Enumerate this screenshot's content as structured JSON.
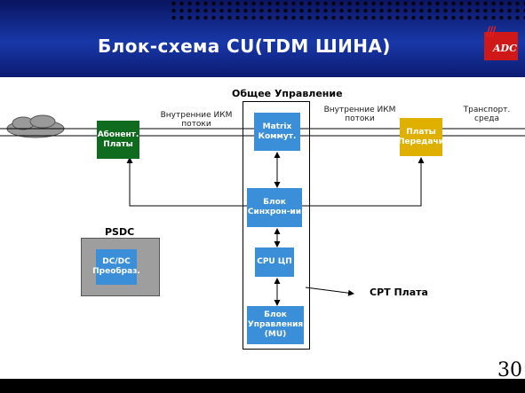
{
  "slide": {
    "title": "Блок-схема CU(TDM ШИНА)",
    "page_number": "30",
    "logo_text": "ADC",
    "logo_bars": "///"
  },
  "diagram": {
    "group_title": "Общее Управление",
    "left_flow_label": "Внутренние ИКМ потоки",
    "right_flow_label": "Внутренние ИКМ потоки",
    "transport_label": "Транспорт. среда",
    "subscriber_block": "Абонент. Платы",
    "transmit_block": "Платы Передачи",
    "matrix_block": "Matrix Коммут.",
    "sync_block": "Блок Синхрон-ии",
    "cpu_block": "CPU ЦП",
    "mgmt_block": "Блок Управления (MU)",
    "psdc_title": "PSDC",
    "dcdc_block": "DC/DC Преобраз.",
    "cpt_label": "CPT Плата"
  },
  "colors": {
    "subscriber": "#0f6b1e",
    "transmit": "#e0b000",
    "control_blocks": "#3a8fd8",
    "psdc_box": "#9e9e9e"
  }
}
